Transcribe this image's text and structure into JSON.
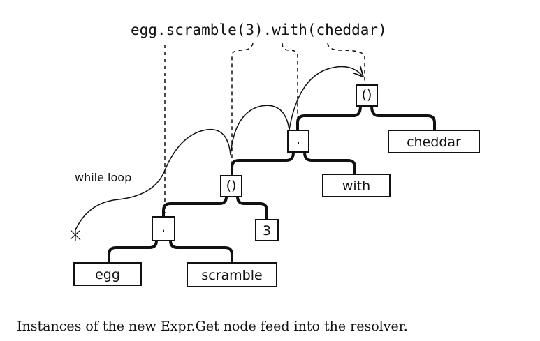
{
  "diagram": {
    "expression": "egg.scramble(3).with(cheddar)",
    "loop_label": "while loop",
    "nodes": {
      "get_dot": ".",
      "call_paren": "()",
      "egg": "egg",
      "scramble": "scramble",
      "three": "3",
      "with": "with",
      "cheddar": "cheddar"
    }
  },
  "caption": "Instances of the new Expr.Get node feed into the resolver."
}
